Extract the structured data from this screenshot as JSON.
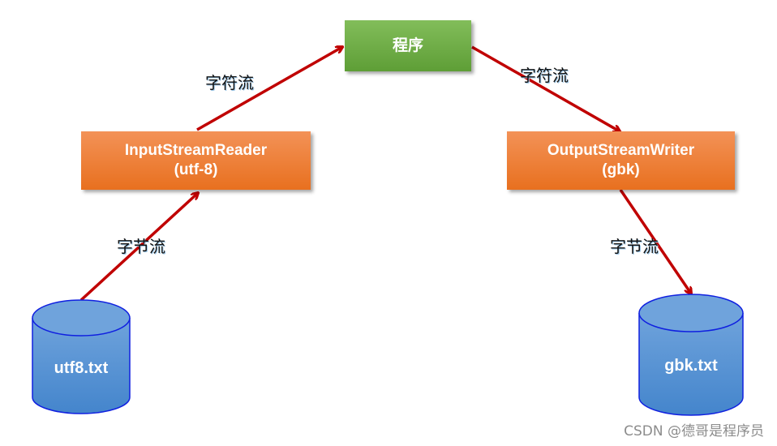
{
  "nodes": {
    "program": {
      "label": "程序",
      "color": "#6aab44"
    },
    "reader": {
      "line1": "InputStreamReader",
      "line2": "(utf-8)",
      "color": "#ee7b33"
    },
    "writer": {
      "line1": "OutputStreamWriter",
      "line2": "(gbk)",
      "color": "#ee7b33"
    },
    "source_file": {
      "label": "utf8.txt",
      "color": "#4f8fd4"
    },
    "target_file": {
      "label": "gbk.txt",
      "color": "#4f8fd4"
    }
  },
  "edges": {
    "file_to_reader": "字节流",
    "reader_to_program": "字符流",
    "program_to_writer": "字符流",
    "writer_to_file": "字节流",
    "arrow_color": "#c00000"
  },
  "watermark": "CSDN @德哥是程序员"
}
